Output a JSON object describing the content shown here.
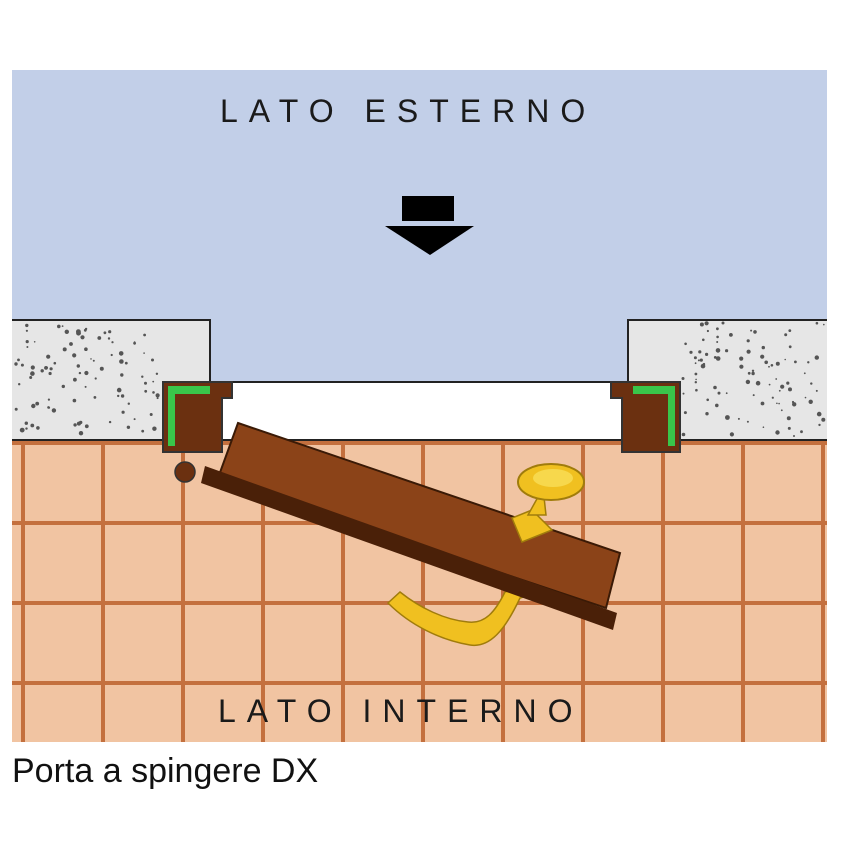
{
  "diagram": {
    "outside_label": "LATO ESTERNO",
    "inside_label": "LATO INTERNO",
    "direction_icon": "down-arrow-icon",
    "colors": {
      "outside": "#c2cfe8",
      "wall": "#e6e6e6",
      "wall_speckle": "#555555",
      "floor_tile": "#f1c4a2",
      "grout": "#c4703e",
      "door_panel": "#8b4318",
      "door_edge": "#4a2008",
      "frame": "#6b3010",
      "gasket": "#39c64a",
      "handle": "#f0c020",
      "handle_edge": "#a07c0c",
      "opening": "#ffffff",
      "arrow": "#000000"
    }
  },
  "caption": "Porta a spingere DX"
}
